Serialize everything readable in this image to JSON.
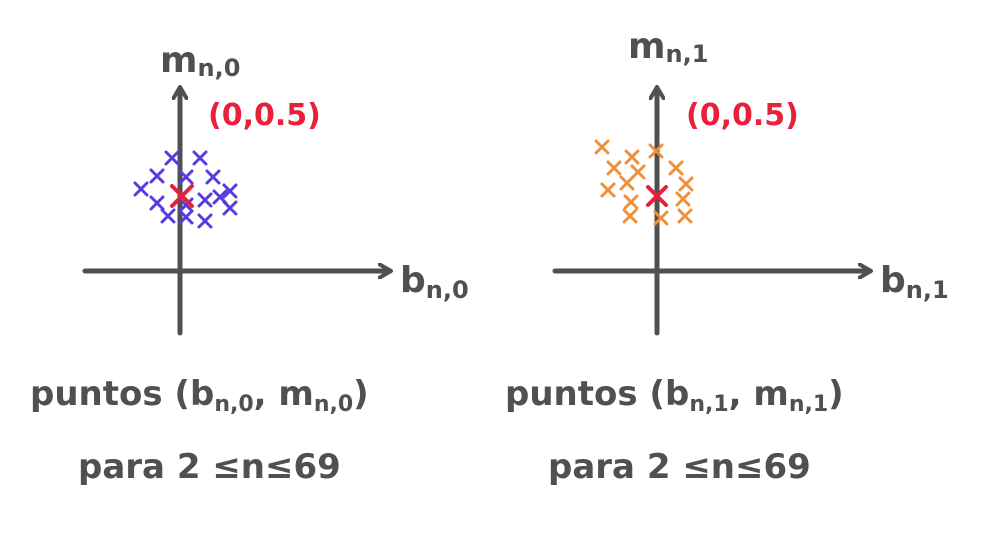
{
  "colors": {
    "ink": "#505050",
    "highlight": "#e8203a",
    "left_markers": "#5a3ae0",
    "right_markers": "#f0913a"
  },
  "panels": [
    {
      "y_axis_label": "m",
      "y_axis_sub": "n,0",
      "x_axis_label": "b",
      "x_axis_sub": "n,0",
      "point_label": "(0,0.5)",
      "caption_line1": "puntos  (b",
      "caption_line1_sub": "n,0",
      "caption_line1_mid": ", m",
      "caption_line1_sub2": "n,0",
      "caption_line1_end": ")",
      "caption_line2": "para 2 ≤n≤69"
    },
    {
      "y_axis_label": "m",
      "y_axis_sub": "n,1",
      "x_axis_label": "b",
      "x_axis_sub": "n,1",
      "point_label": "(0,0.5)",
      "caption_line1": "puntos  (b",
      "caption_line1_sub": "n,1",
      "caption_line1_mid": ", m",
      "caption_line1_sub2": "n,1",
      "caption_line1_end": ")",
      "caption_line2": "para 2 ≤n≤69"
    }
  ]
}
